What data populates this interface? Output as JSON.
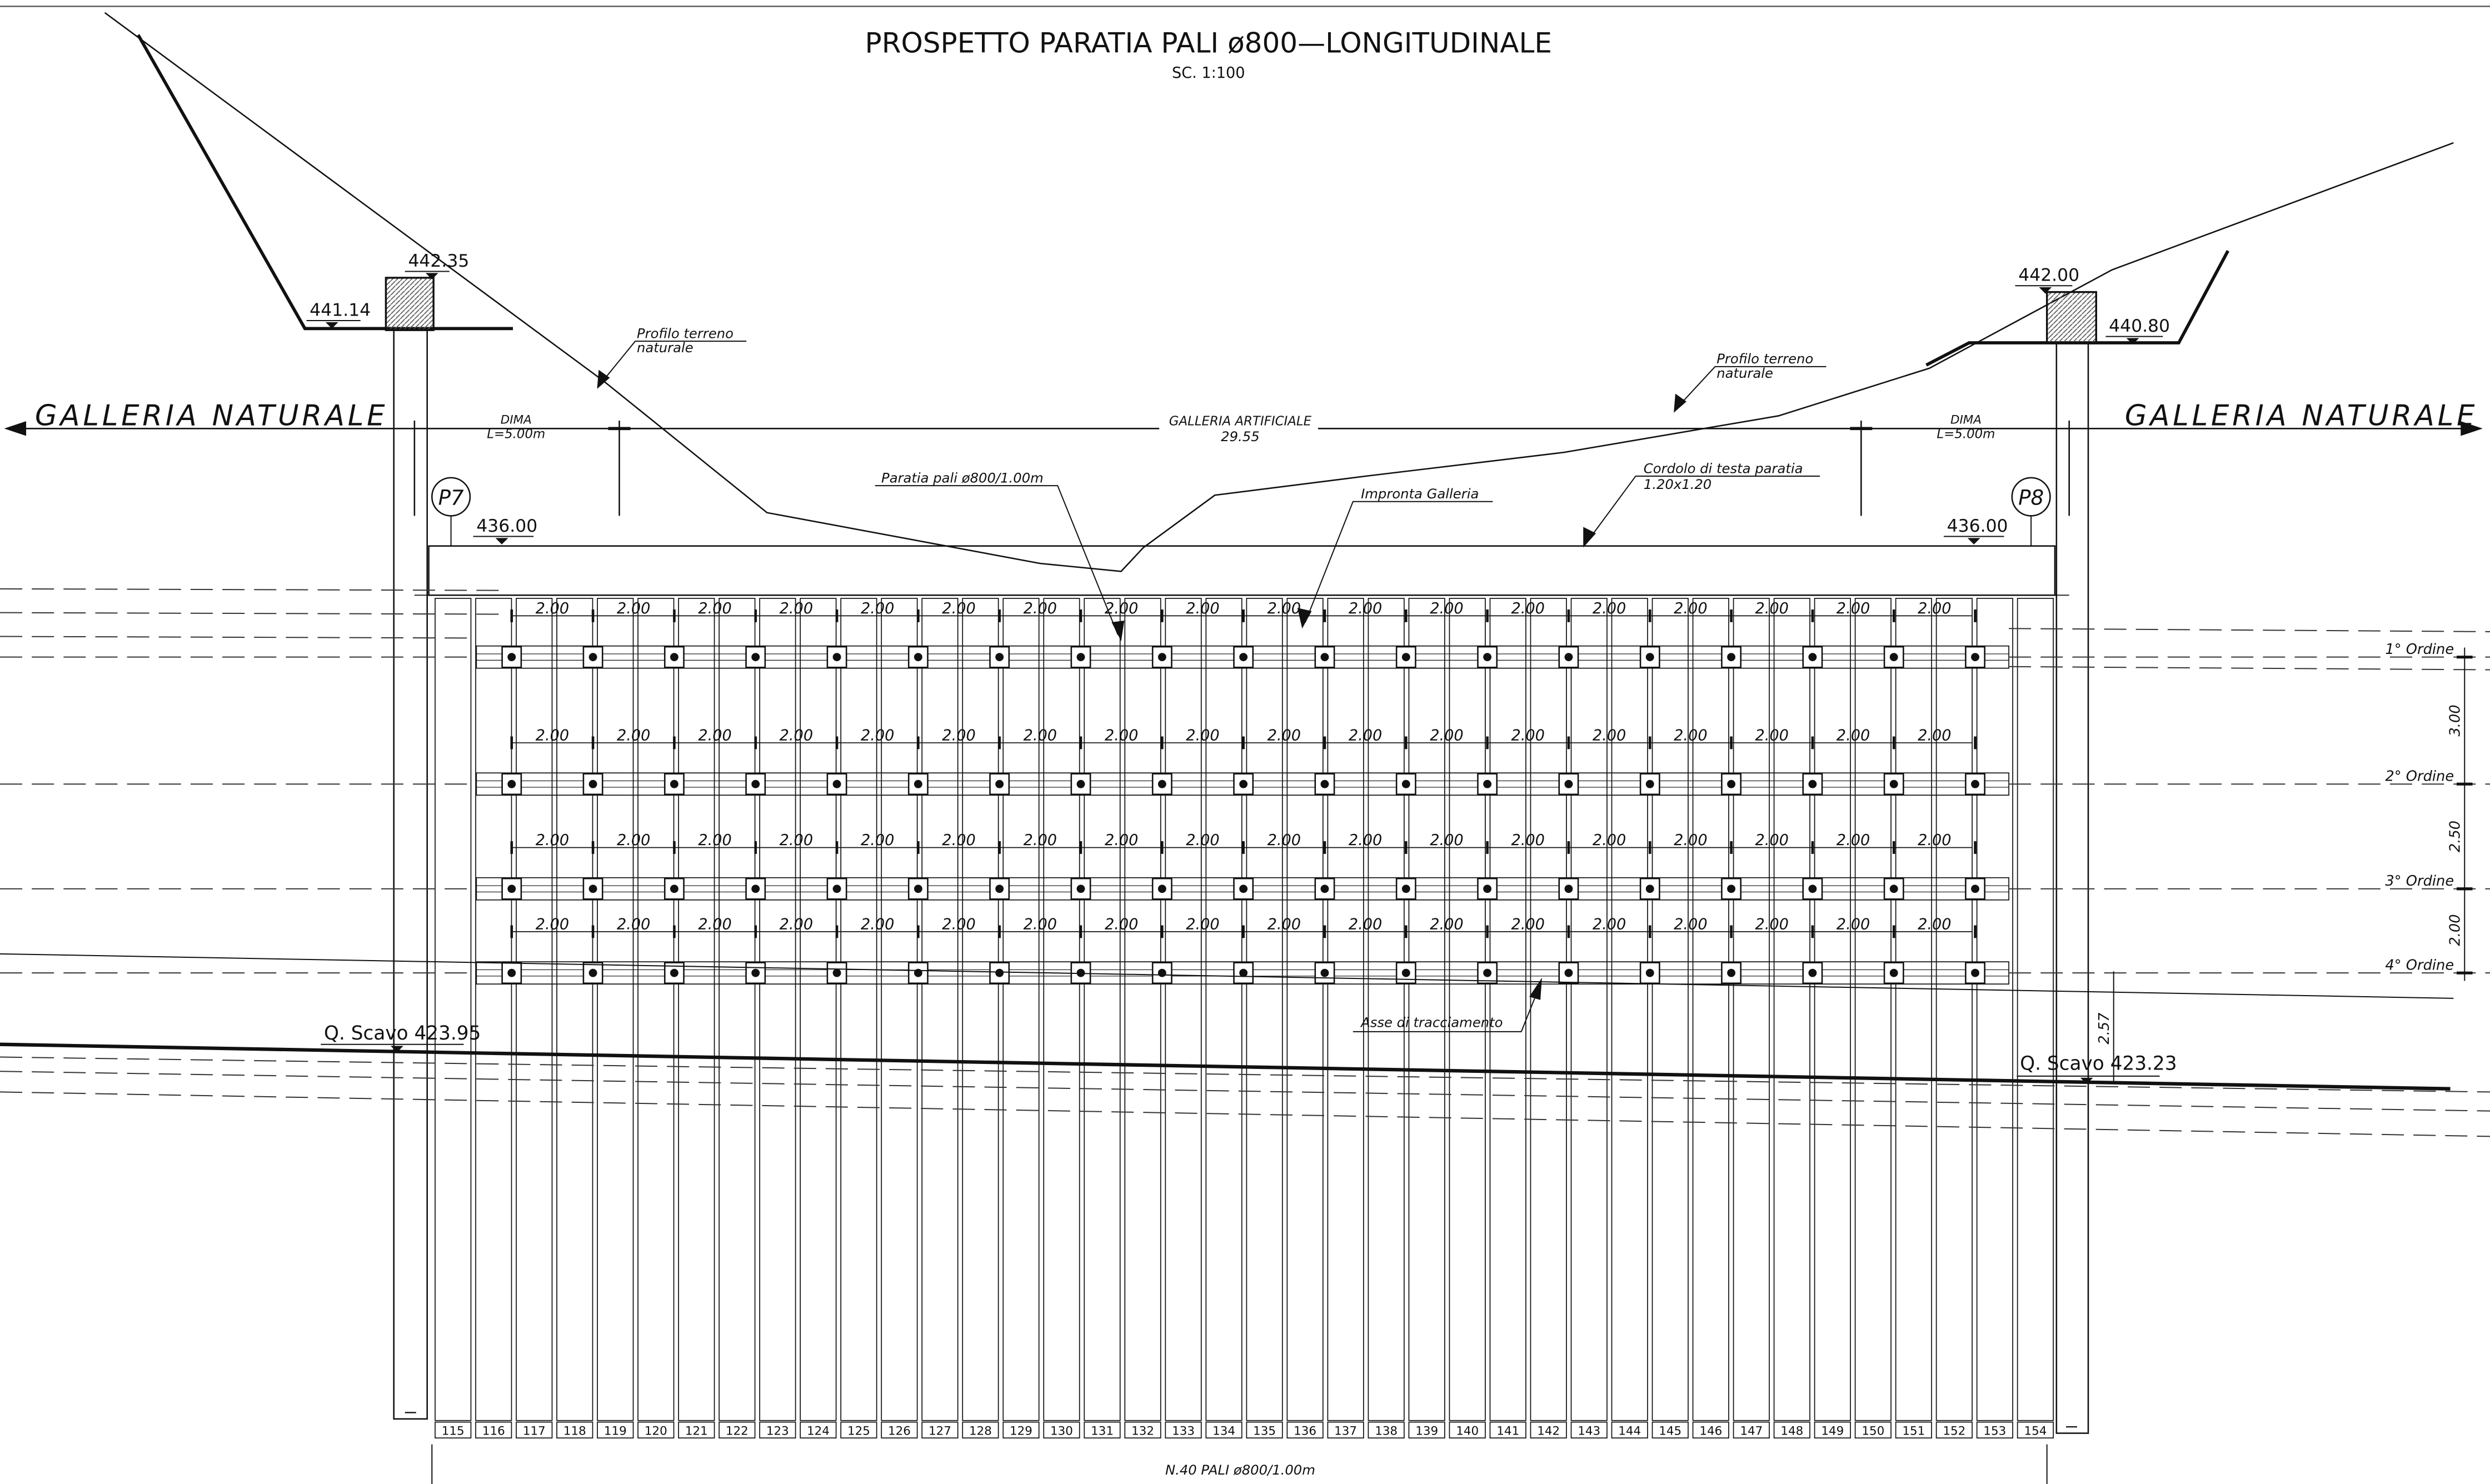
{
  "title": "PROSPETTO PARATIA PALI ø800—LONGITUDINALE",
  "scale": "SC. 1:100",
  "labels": {
    "galleria_naturale_left": "GALLERIA NATURALE",
    "galleria_naturale_right": "GALLERIA NATURALE",
    "dima_left": "DIMA",
    "dima_left_len": "L=5.00m",
    "dima_right": "DIMA",
    "dima_right_len": "L=5.00m",
    "galleria_artificiale": "GALLERIA ARTIFICIALE",
    "galleria_artificiale_len": "29.55",
    "profilo_left_1": "Profilo terreno",
    "profilo_left_2": "naturale",
    "profilo_right_1": "Profilo terreno",
    "profilo_right_2": "naturale",
    "paratia": "Paratia pali ø800/1.00m",
    "impronta": "Impronta Galleria",
    "cordolo_1": "Cordolo di testa paratia",
    "cordolo_2": "1.20x1.20",
    "asse": "Asse di tracciamento",
    "p7": "P7",
    "p8": "P8",
    "scavo_left": "Q. Scavo 423.95",
    "scavo_right": "Q. Scavo 423.23",
    "bottom_note": "N.40 PALI ø800/1.00m"
  },
  "elevations": {
    "left_top": "442.35",
    "left_berm": "441.14",
    "right_top": "442.00",
    "right_berm": "440.80",
    "cordolo_left": "436.00",
    "cordolo_right": "436.00"
  },
  "orders": [
    "1° Ordine",
    "2° Ordine",
    "3° Ordine",
    "4° Ordine"
  ],
  "vertical_dims": [
    "3.00",
    "2.50",
    "2.00",
    "2.57"
  ],
  "spacing_label": "2.00",
  "pile_numbers": [
    "115",
    "116",
    "117",
    "118",
    "119",
    "120",
    "121",
    "122",
    "123",
    "124",
    "125",
    "126",
    "127",
    "128",
    "129",
    "130",
    "131",
    "132",
    "133",
    "134",
    "135",
    "136",
    "137",
    "138",
    "139",
    "140",
    "141",
    "142",
    "143",
    "144",
    "145",
    "146",
    "147",
    "148",
    "149",
    "150",
    "151",
    "152",
    "153",
    "154"
  ],
  "colors": {
    "line": "#111111",
    "hatch": "#999999",
    "dash": "#333333"
  }
}
